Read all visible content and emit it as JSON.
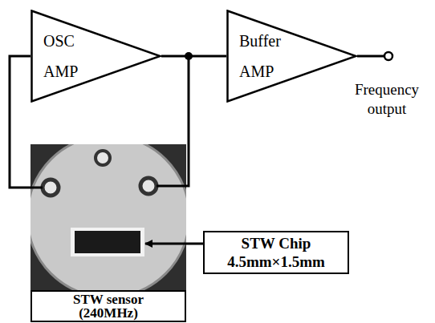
{
  "diagram": {
    "nodes": [
      {
        "text": [
          "OSC AMP"
        ]
      },
      {
        "text": [
          "Buffer AMP"
        ]
      },
      {
        "text": [
          "STW Chip 4.5mm×1.5mm"
        ]
      },
      {
        "text": [
          "STW sensor (240MHz)"
        ]
      }
    ],
    "edges": [
      {
        "from": 0,
        "to": 1,
        "arrow": "none"
      }
    ],
    "labels": [
      "Frequency output"
    ]
  }
}
